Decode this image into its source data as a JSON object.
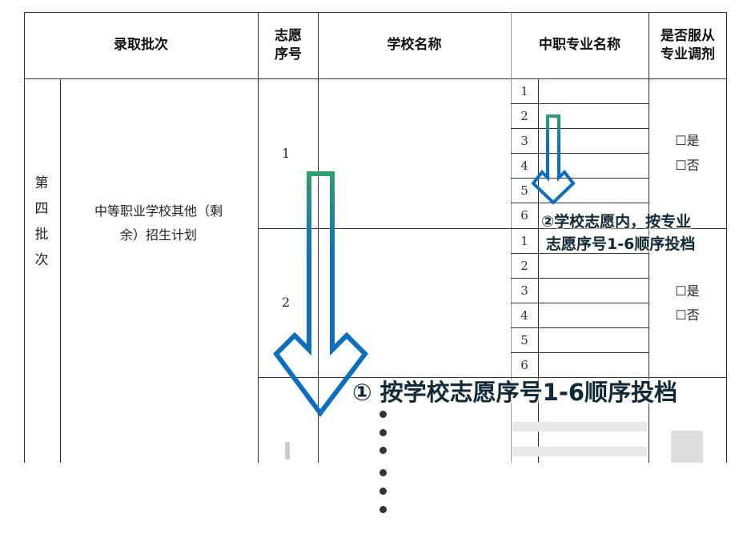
{
  "header": {
    "batch": "录取批次",
    "choice_no": "志愿序号",
    "school": "学校名称",
    "major": "中职专业名称",
    "adjust": "是否服从专业调剂"
  },
  "batch_name": "第四批次",
  "category": "中等职业学校其他（剩余）招生计划",
  "choices": [
    {
      "no": "1",
      "majors": [
        "1",
        "2",
        "3",
        "4",
        "5",
        "6"
      ],
      "yes": "☐是",
      "no_opt": "☐否"
    },
    {
      "no": "2",
      "majors": [
        "1",
        "2",
        "3",
        "4",
        "5",
        "6"
      ],
      "yes": "☐是",
      "no_opt": "☐否"
    }
  ],
  "annotations": {
    "main": "① 按学校志愿序号1-6顺序投档",
    "sub_line1": "②学校志愿内，按专业",
    "sub_line2": "志愿序号1-6顺序投档"
  },
  "colors": {
    "arrow_top": "#2e9e6e",
    "arrow_bottom": "#0a6fc2"
  }
}
